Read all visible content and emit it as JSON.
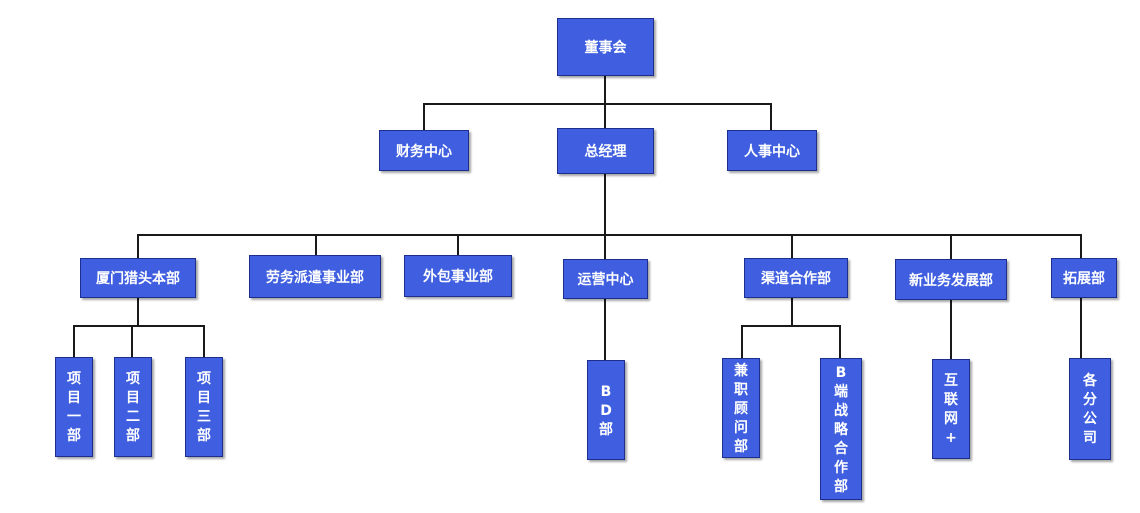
{
  "org_chart": {
    "board": "董事会",
    "finance_center": "财务中心",
    "general_manager": "总经理",
    "hr_center": "人事中心",
    "departments": [
      "厦门猎头本部",
      "劳务派遣事业部",
      "外包事业部",
      "运营中心",
      "渠道合作部",
      "新业务发展部",
      "拓展部"
    ],
    "sub_units": [
      "项目一部",
      "项目二部",
      "项目三部",
      "BD部",
      "兼职顾问部",
      "B端战略合作部",
      "互联网+",
      "各分公司"
    ]
  },
  "colors": {
    "node_fill": "#3f5fe0",
    "node_border": "#1c2f8f",
    "connector": "#1a1a1a",
    "text": "#ffffff"
  }
}
